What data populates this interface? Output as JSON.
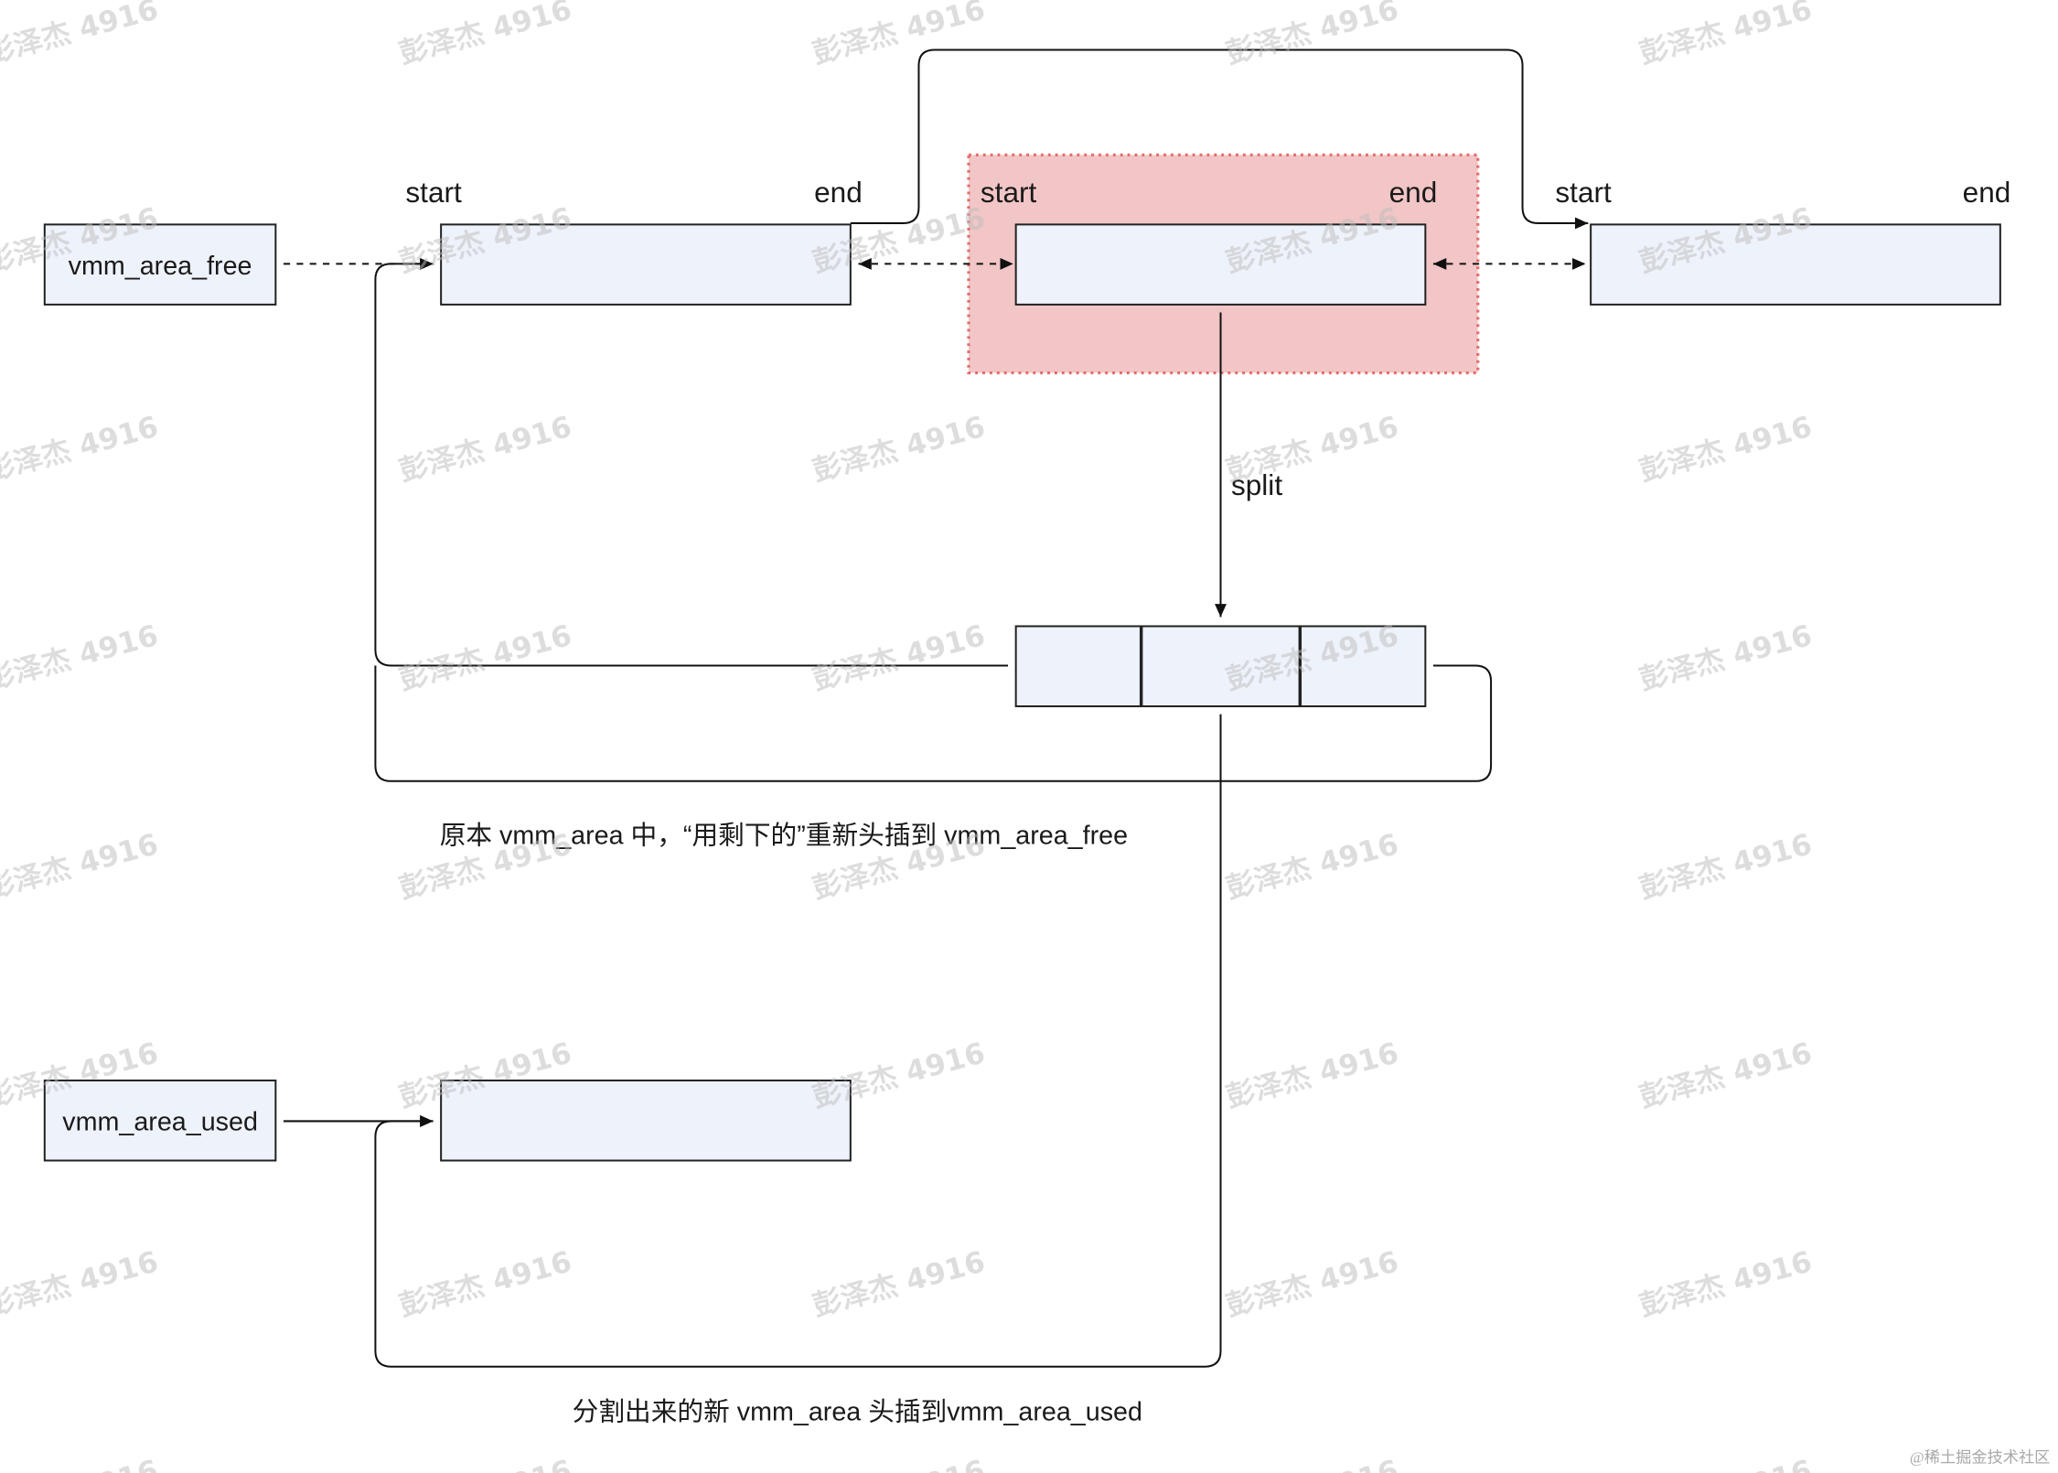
{
  "diagram": {
    "free_list": {
      "head_label": "vmm_area_free",
      "nodes": [
        {
          "start_label": "start",
          "end_label": "end"
        },
        {
          "start_label": "start",
          "end_label": "end",
          "highlighted": true
        },
        {
          "start_label": "start",
          "end_label": "end"
        }
      ]
    },
    "split": {
      "label": "split"
    },
    "used_list": {
      "head_label": "vmm_area_used"
    },
    "captions": {
      "free_reinsert": "原本 vmm_area 中，“用剩下的”重新头插到 vmm_area_free",
      "used_insert": "分割出来的新 vmm_area 头插到vmm_area_used"
    }
  },
  "watermark": {
    "text": "彭泽杰 4916"
  },
  "credit": "@稀土掘金技术社区",
  "colors": {
    "box_fill": "#eef2fb",
    "highlight_fill": "#f2c6c6",
    "highlight_border": "#e36b6b",
    "line": "#111111"
  }
}
